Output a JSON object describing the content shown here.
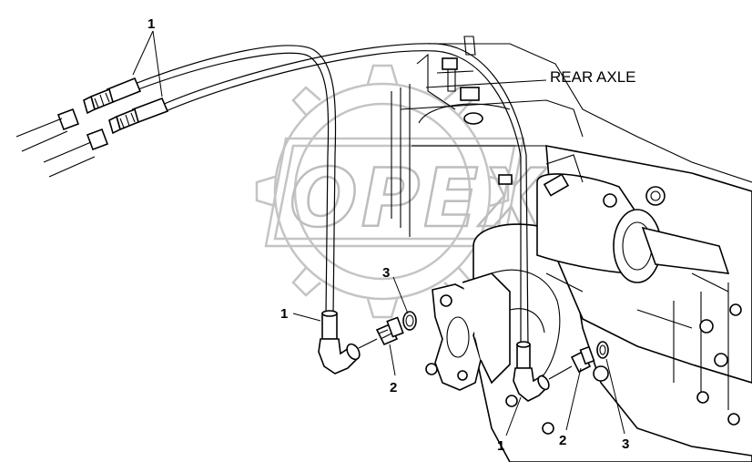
{
  "title": "REAR AXLE",
  "watermark": "OPEX",
  "callouts": {
    "c1_top": "1",
    "c1_left": "1",
    "c1_right": "1",
    "c2_left": "2",
    "c2_right": "2",
    "c3_left": "3",
    "c3_right": "3"
  },
  "colors": {
    "line": "#000000",
    "watermark": "#bdbdbd",
    "background": "#ffffff"
  }
}
